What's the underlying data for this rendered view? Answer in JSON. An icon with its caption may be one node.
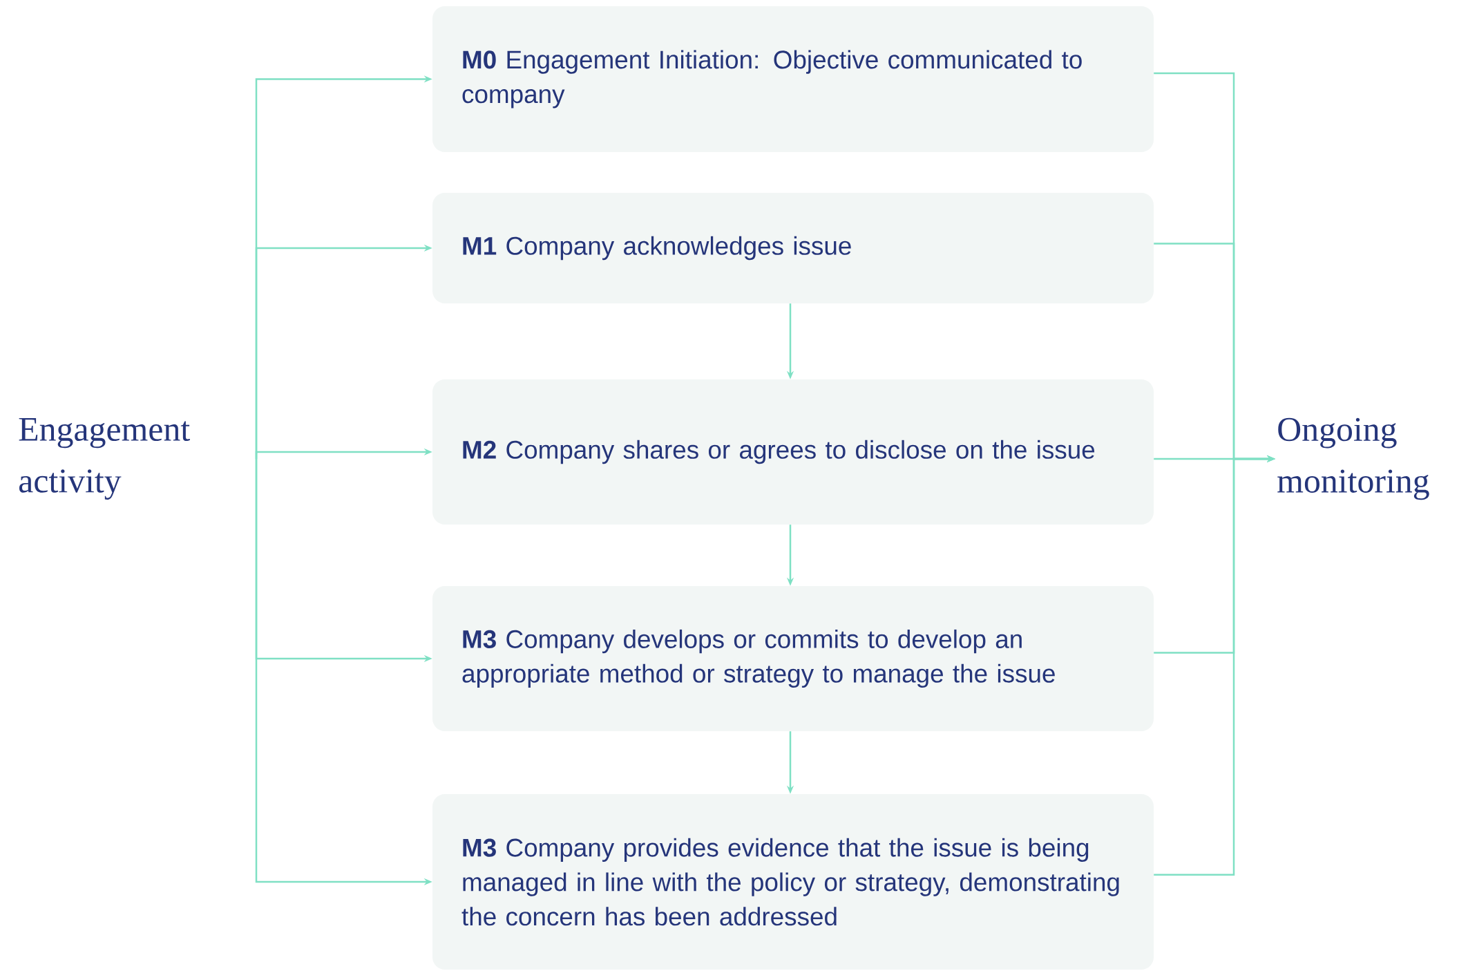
{
  "diagram": {
    "nodes": [
      {
        "text": [
          "Engagement activity"
        ]
      },
      {
        "text": [
          "**M0** Engagement Initiation: Objective communicated to company"
        ]
      },
      {
        "text": [
          "**M1** Company acknowledges issue"
        ]
      },
      {
        "text": [
          "**M2** Company shares or agrees to disclose on the issue"
        ]
      },
      {
        "text": [
          "**M3** Company develops or commits to develop an appropriate method or strategy to manage the issue"
        ]
      },
      {
        "text": [
          "**M3** Company provides evidence that the issue is being managed in line with the policy or strategy, demonstrating the concern has been addressed"
        ]
      },
      {
        "text": [
          "Ongoing monitoring"
        ]
      }
    ],
    "edges": [
      {
        "from": 0,
        "to": 1,
        "arrow": "to"
      },
      {
        "from": 0,
        "to": 2,
        "arrow": "to"
      },
      {
        "from": 0,
        "to": 3,
        "arrow": "to"
      },
      {
        "from": 0,
        "to": 4,
        "arrow": "to"
      },
      {
        "from": 0,
        "to": 5,
        "arrow": "to"
      },
      {
        "from": 2,
        "to": 3,
        "arrow": "to"
      },
      {
        "from": 3,
        "to": 4,
        "arrow": "to"
      },
      {
        "from": 4,
        "to": 5,
        "arrow": "to"
      },
      {
        "from": 1,
        "to": 6,
        "arrow": "to"
      },
      {
        "from": 2,
        "to": 6,
        "arrow": "to"
      },
      {
        "from": 3,
        "to": 6,
        "arrow": "to"
      },
      {
        "from": 4,
        "to": 6,
        "arrow": "to"
      },
      {
        "from": 5,
        "to": 6,
        "arrow": "to"
      }
    ]
  }
}
